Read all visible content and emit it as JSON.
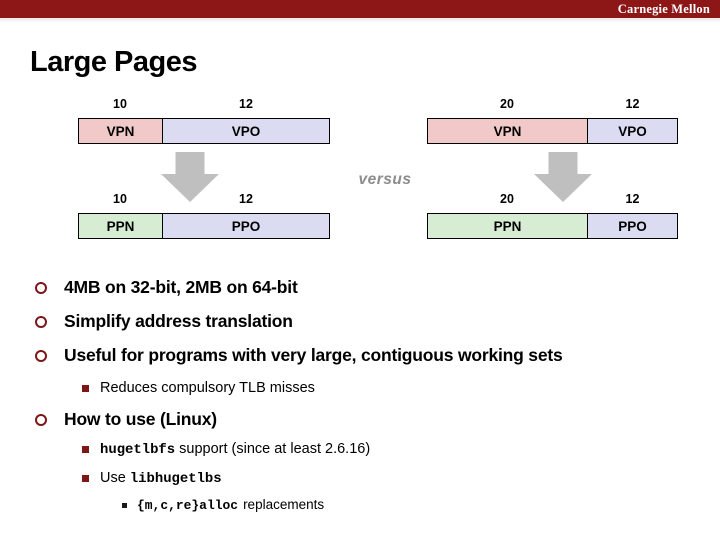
{
  "header": {
    "brand": "Carnegie Mellon"
  },
  "title": "Large Pages",
  "colors": {
    "accent_red": "#8D1616",
    "vpn_pink": "#F2C9C9",
    "vpo_lavender": "#DBDBF2",
    "ppn_green": "#D7EDD3",
    "arrow_gray": "#BFBFBF",
    "versus_gray": "#8C8C8C",
    "bullet_maroon": "#7E1517"
  },
  "diagrams": {
    "versus_label": "versus",
    "left": {
      "top": {
        "fields": [
          {
            "bits": "10",
            "label": "VPN"
          },
          {
            "bits": "12",
            "label": "VPO"
          }
        ]
      },
      "bottom": {
        "fields": [
          {
            "bits": "10",
            "label": "PPN"
          },
          {
            "bits": "12",
            "label": "PPO"
          }
        ]
      }
    },
    "right": {
      "top": {
        "fields": [
          {
            "bits": "20",
            "label": "VPN"
          },
          {
            "bits": "12",
            "label": "VPO"
          }
        ]
      },
      "bottom": {
        "fields": [
          {
            "bits": "20",
            "label": "PPN"
          },
          {
            "bits": "12",
            "label": "PPO"
          }
        ]
      }
    }
  },
  "bullets": {
    "b1": "4MB on 32-bit, 2MB on 64-bit",
    "b2": "Simplify address translation",
    "b3": "Useful for programs with very large, contiguous working sets",
    "b3_sub1": "Reduces compulsory TLB misses",
    "b4": "How to use (Linux)",
    "b4_sub1_code": "hugetlbfs",
    "b4_sub1_rest": " support (since at least 2.6.16)",
    "b4_sub2_pre": "Use ",
    "b4_sub2_code": "libhugetlbs",
    "b4_sub3_code": "{m,c,re}alloc",
    "b4_sub3_rest": "replacements"
  }
}
